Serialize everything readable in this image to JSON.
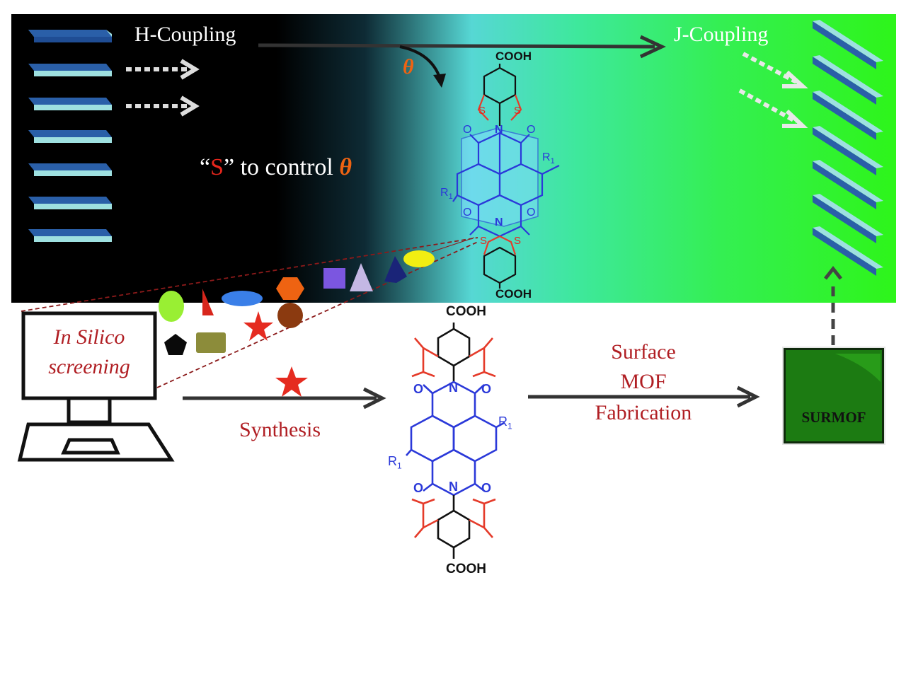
{
  "banner": {
    "h_coupling": "H-Coupling",
    "j_coupling": "J-Coupling",
    "theta": "θ",
    "control_open": "“",
    "control_s": "S",
    "control_mid": "” to control ",
    "control_theta": "θ",
    "colors": {
      "left": "#000000",
      "mid": "#56d7d4",
      "right": "#2ef51a"
    }
  },
  "top_molecule": {
    "cooh_top": "COOH",
    "cooh_bottom": "COOH",
    "s_labels": [
      "S",
      "S",
      "S",
      "S"
    ],
    "n_labels": [
      "N",
      "N"
    ],
    "o_labels": [
      "O",
      "O",
      "O",
      "O"
    ],
    "r1": "R",
    "r1_sub": "1"
  },
  "computer": {
    "line1": "In Silico",
    "line2": "screening"
  },
  "synthesis": {
    "label": "Synthesis"
  },
  "fabrication": {
    "line1": "Surface",
    "line2": "MOF",
    "line3": "Fabrication"
  },
  "bottom_molecule": {
    "cooh_top": "COOH",
    "cooh_bottom": "COOH",
    "n_labels": [
      "N",
      "N"
    ],
    "o_labels": [
      "O",
      "O",
      "O",
      "O"
    ],
    "r1": "R",
    "r1_sub": "1"
  },
  "surmof": {
    "label": "SURMOF"
  },
  "shape_icons": [
    "circle-icon",
    "triangle-icon",
    "ellipse-icon",
    "hexagon-icon",
    "star-icon",
    "pentagon-icon",
    "rectangle-icon",
    "square-icon",
    "cone-icon",
    "kite-icon"
  ]
}
